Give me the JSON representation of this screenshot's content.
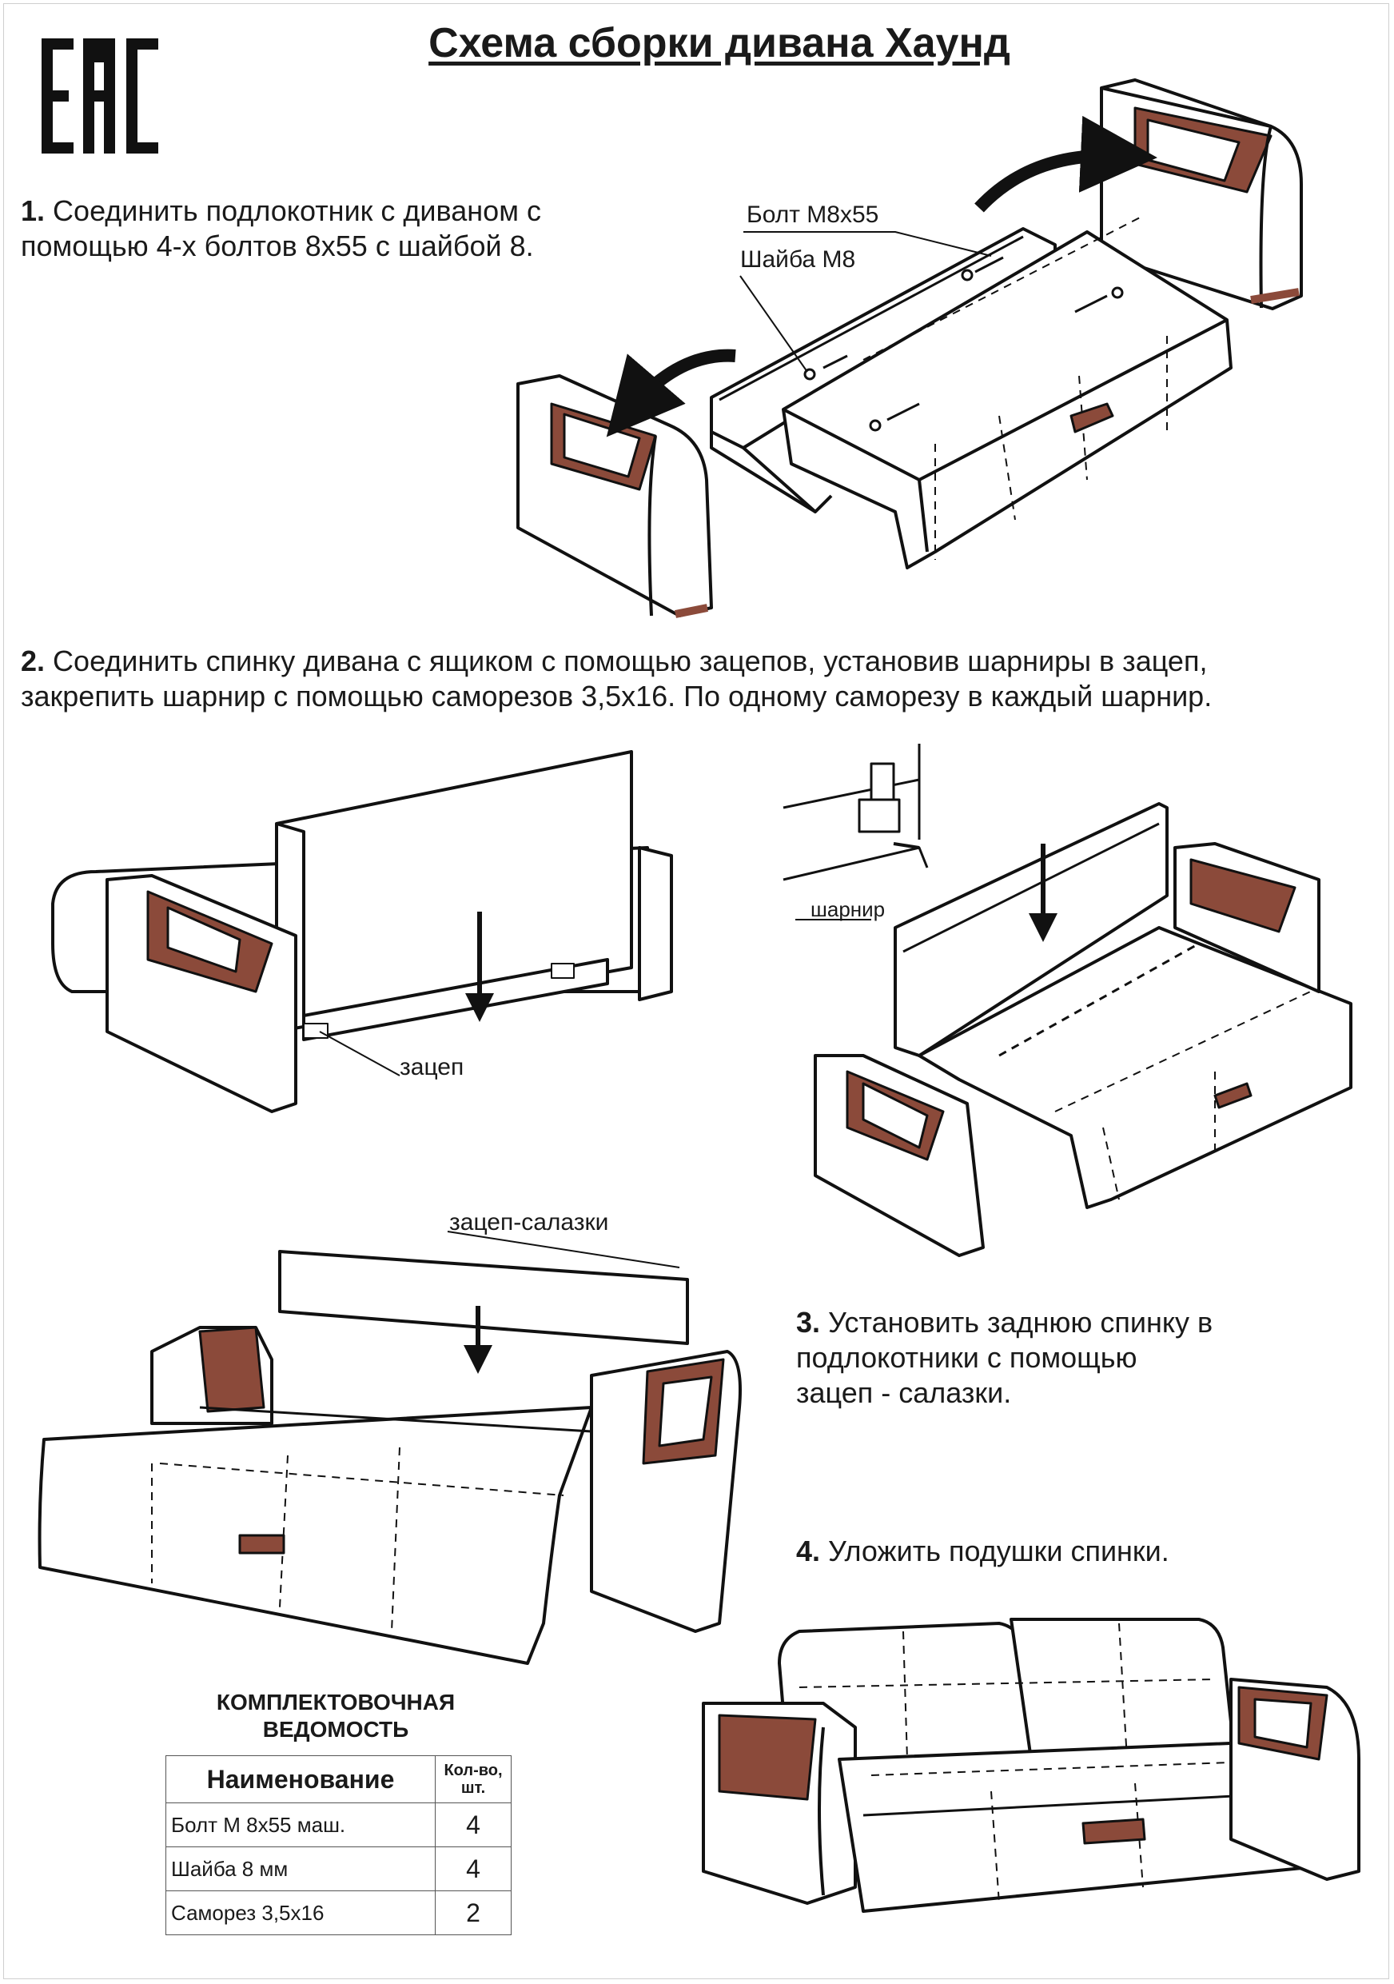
{
  "title": "Схема сборки дивана Хаунд",
  "logo_text": "ЕАС",
  "steps": [
    {
      "num": "1.",
      "text": "Соединить подлокотник с диваном с\nпомощью 4-х болтов 8х55 с шайбой 8."
    },
    {
      "num": "2.",
      "text": "Соединить спинку дивана с ящиком  с помощью зацепов, установив шарниры в зацеп,\nзакрепить шарнир с помощью саморезов 3,5х16. По одному саморезу в каждый шарнир."
    },
    {
      "num": "3.",
      "text": "Установить заднюю спинку в\nподлокотники с помощью\nзацеп - салазки."
    },
    {
      "num": "4.",
      "text": "Уложить подушки спинки."
    }
  ],
  "callouts": {
    "bolt": "Болт М8х55",
    "washer": "Шайба М8",
    "hook": "зацеп",
    "hinge": "шарнир",
    "slide_hook": "зацеп-салазки"
  },
  "parts_sheet": {
    "title": "КОМПЛЕКТОВОЧНАЯ\nВЕДОМОСТЬ",
    "headers": {
      "name": "Наименование",
      "qty": "Кол-во,\nшт."
    },
    "rows": [
      {
        "name": "Болт М 8х55 маш.",
        "qty": "4"
      },
      {
        "name": "Шайба 8 мм",
        "qty": "4"
      },
      {
        "name": "Саморез 3,5х16",
        "qty": "2"
      }
    ]
  },
  "colors": {
    "wood": "#8b4a3a",
    "wood_dark": "#5a2a20",
    "line": "#1a1a1a",
    "paper": "#ffffff"
  }
}
